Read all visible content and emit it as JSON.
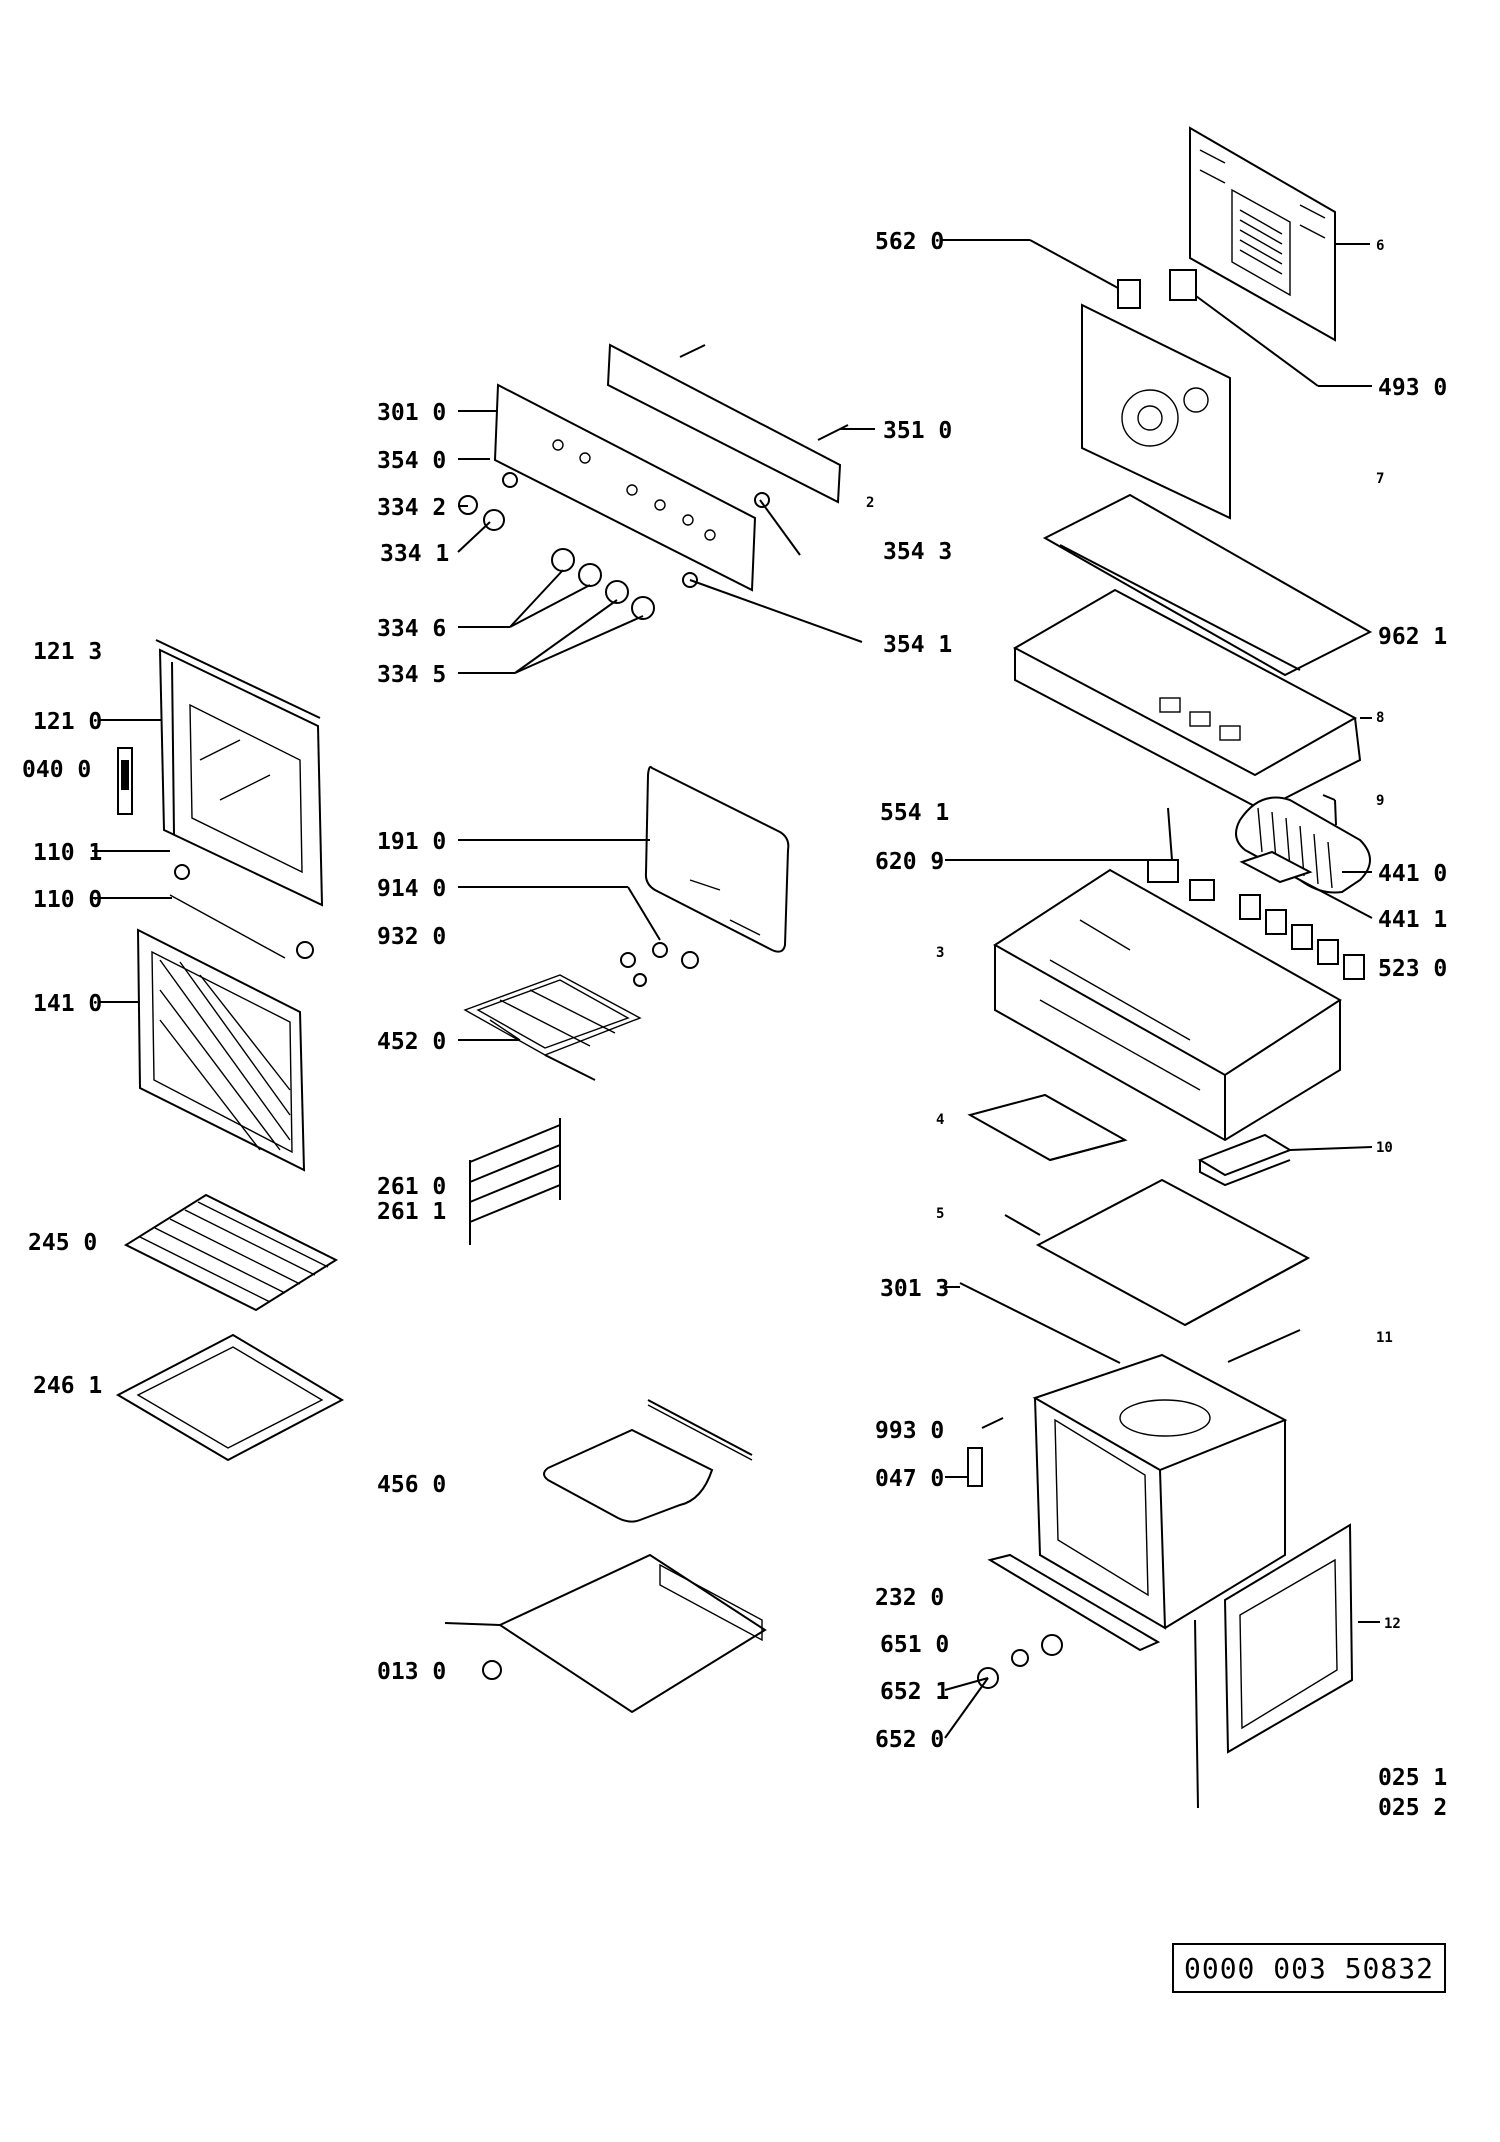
{
  "labels": {
    "l1213": "121 3",
    "l1210": "121 0",
    "l0400": "040 0",
    "l1101": "110 1",
    "l1100": "110 0",
    "l1410": "141 0",
    "l2450": "245 0",
    "l2461": "246 1",
    "l3010": "301 0",
    "l3540": "354 0",
    "l3342": "334 2",
    "l3341": "334 1",
    "l3346": "334 6",
    "l3345": "334 5",
    "l3510": "351 0",
    "l3543": "354 3",
    "l3541": "354 1",
    "l1910": "191 0",
    "l9140": "914 0",
    "l9320": "932 0",
    "l4520": "452 0",
    "l2610": "261 0",
    "l2611": "261 1",
    "l4560": "456 0",
    "l0130": "013 0",
    "l5620": "562 0",
    "l4930": "493 0",
    "l9621": "962 1",
    "l5541": "554 1",
    "l6209": "620 9",
    "l4410": "441 0",
    "l4411": "441 1",
    "l5230": "523 0",
    "l3013": "301 3",
    "l9930": "993 0",
    "l0470": "047 0",
    "l2320": "232 0",
    "l6510": "651 0",
    "l6521": "652 1",
    "l6520": "652 0",
    "l0251": "025 1",
    "l0252": "025 2"
  },
  "small_labels": {
    "n2": "2",
    "n3": "3",
    "n4": "4",
    "n5": "5",
    "n6": "6",
    "n7": "7",
    "n8": "8",
    "n9": "9",
    "n10": "10",
    "n11": "11",
    "n12": "12"
  },
  "document_number": "0000 003 50832"
}
